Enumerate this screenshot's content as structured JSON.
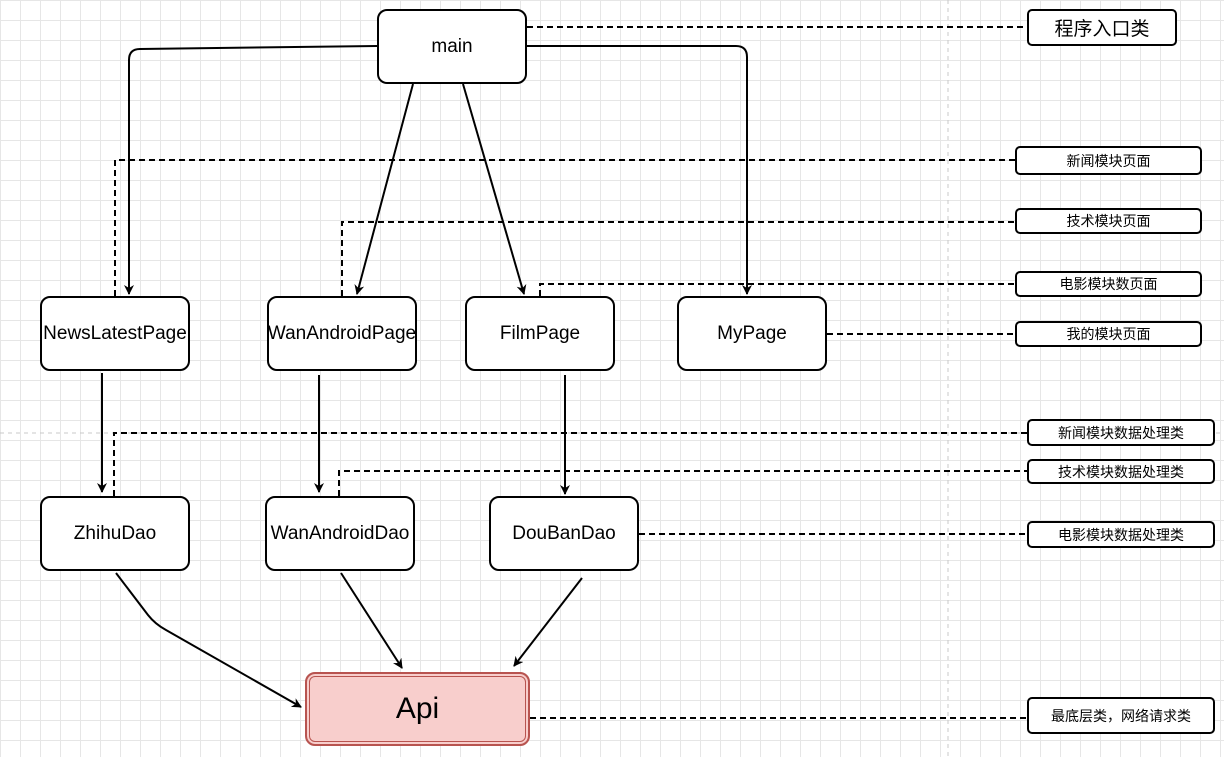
{
  "nodes": {
    "main": "main",
    "news_latest_page": "NewsLatestPage",
    "wan_android_page": "WanAndroidPage",
    "film_page": "FilmPage",
    "my_page": "MyPage",
    "zhihu_dao": "ZhihuDao",
    "wan_android_dao": "WanAndroidDao",
    "douban_dao": "DouBanDao",
    "api": "Api"
  },
  "notes": {
    "entry_class": "程序入口类",
    "news_page": "新闻模块页面",
    "tech_page": "技术模块页面",
    "film_page": "电影模块数页面",
    "my_page": "我的模块页面",
    "news_data": "新闻模块数据处理类",
    "tech_data": "技术模块数据处理类",
    "film_data": "电影模块数据处理类",
    "network": "最底层类，网络请求类"
  },
  "colors": {
    "api_fill": "#f8cecc",
    "api_border": "#b85450",
    "stroke": "#000000"
  }
}
